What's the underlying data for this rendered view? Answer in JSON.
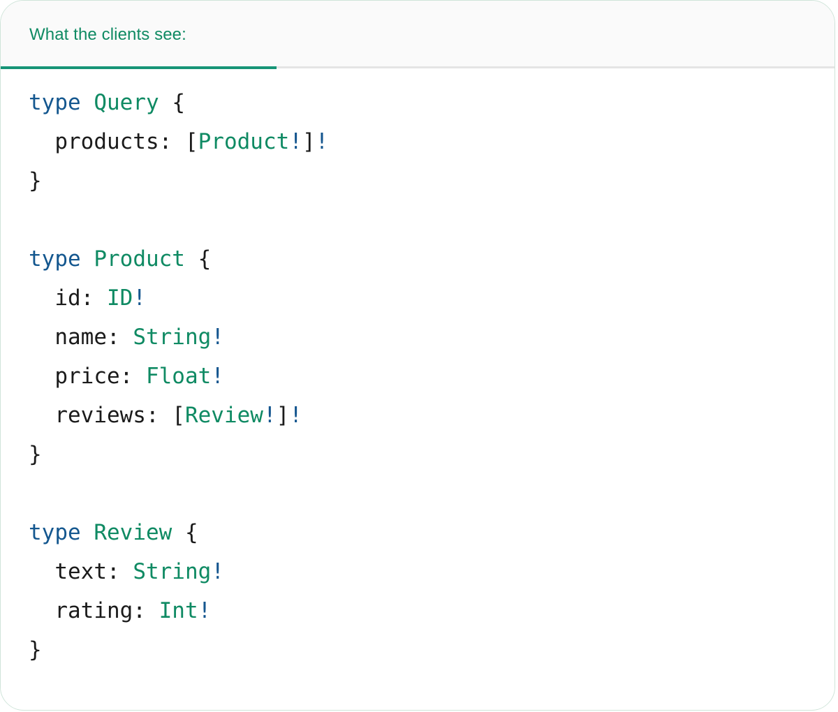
{
  "card": {
    "accent_green": "#0f8a63",
    "underline_green": "#169476",
    "keyword_blue": "#14578f",
    "punct_black": "#1b1b1b",
    "header_bg": "#fafafa",
    "divider_gray": "#e4e4e4",
    "body_bg": "#ffffff"
  },
  "tabs": [
    {
      "label": "What the clients see:",
      "active": true
    }
  ],
  "code": {
    "language": "graphql",
    "blocks": [
      {
        "keyword": "type",
        "type_name": "Query",
        "open_brace": "{",
        "close_brace": "}",
        "fields": [
          {
            "name": "products",
            "separator": ":",
            "type": "[Product!]!"
          }
        ]
      },
      {
        "keyword": "type",
        "type_name": "Product",
        "open_brace": "{",
        "close_brace": "}",
        "fields": [
          {
            "name": "id",
            "separator": ":",
            "type": "ID!"
          },
          {
            "name": "name",
            "separator": ":",
            "type": "String!"
          },
          {
            "name": "price",
            "separator": ":",
            "type": "Float!"
          },
          {
            "name": "reviews",
            "separator": ":",
            "type": "[Review!]!"
          }
        ]
      },
      {
        "keyword": "type",
        "type_name": "Review",
        "open_brace": "{",
        "close_brace": "}",
        "fields": [
          {
            "name": "text",
            "separator": ":",
            "type": "String!"
          },
          {
            "name": "rating",
            "separator": ":",
            "type": "Int!"
          }
        ]
      }
    ],
    "lines": {
      "l1_kw": "type",
      "l1_name": "Query",
      "l1_brace": "{",
      "l2_field": "  products:",
      "l2_lb": " [",
      "l2_type": "Product",
      "l2_b1": "!",
      "l2_rb": "]",
      "l2_b2": "!",
      "l3_brace": "}",
      "l4_kw": "type",
      "l4_name": "Product",
      "l4_brace": "{",
      "l5_field": "  id:",
      "l5_type": " ID",
      "l5_bang": "!",
      "l6_field": "  name:",
      "l6_type": " String",
      "l6_bang": "!",
      "l7_field": "  price:",
      "l7_type": " Float",
      "l7_bang": "!",
      "l8_field": "  reviews:",
      "l8_lb": " [",
      "l8_type": "Review",
      "l8_b1": "!",
      "l8_rb": "]",
      "l8_b2": "!",
      "l9_brace": "}",
      "l10_kw": "type",
      "l10_name": "Review",
      "l10_brace": "{",
      "l11_field": "  text:",
      "l11_type": " String",
      "l11_bang": "!",
      "l12_field": "  rating:",
      "l12_type": " Int",
      "l12_bang": "!",
      "l13_brace": "}"
    }
  }
}
